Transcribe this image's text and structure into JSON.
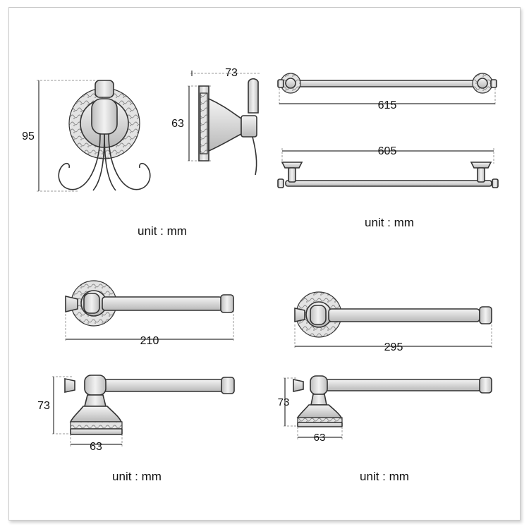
{
  "dimensions": {
    "robe_hook_height": "95",
    "robe_hook_side_depth": "73",
    "robe_hook_side_height": "63",
    "towel_bar_double_length": "615",
    "towel_bar_single_length": "605",
    "paper_holder_large_length": "210",
    "paper_holder_large_height": "73",
    "paper_holder_large_base": "63",
    "towel_ring_bar_length": "295",
    "towel_ring_bar_height": "73",
    "towel_ring_bar_base": "63"
  },
  "units": {
    "top_left": "unit : mm",
    "top_right": "unit : mm",
    "bottom_left": "unit : mm",
    "bottom_right": "unit : mm"
  }
}
